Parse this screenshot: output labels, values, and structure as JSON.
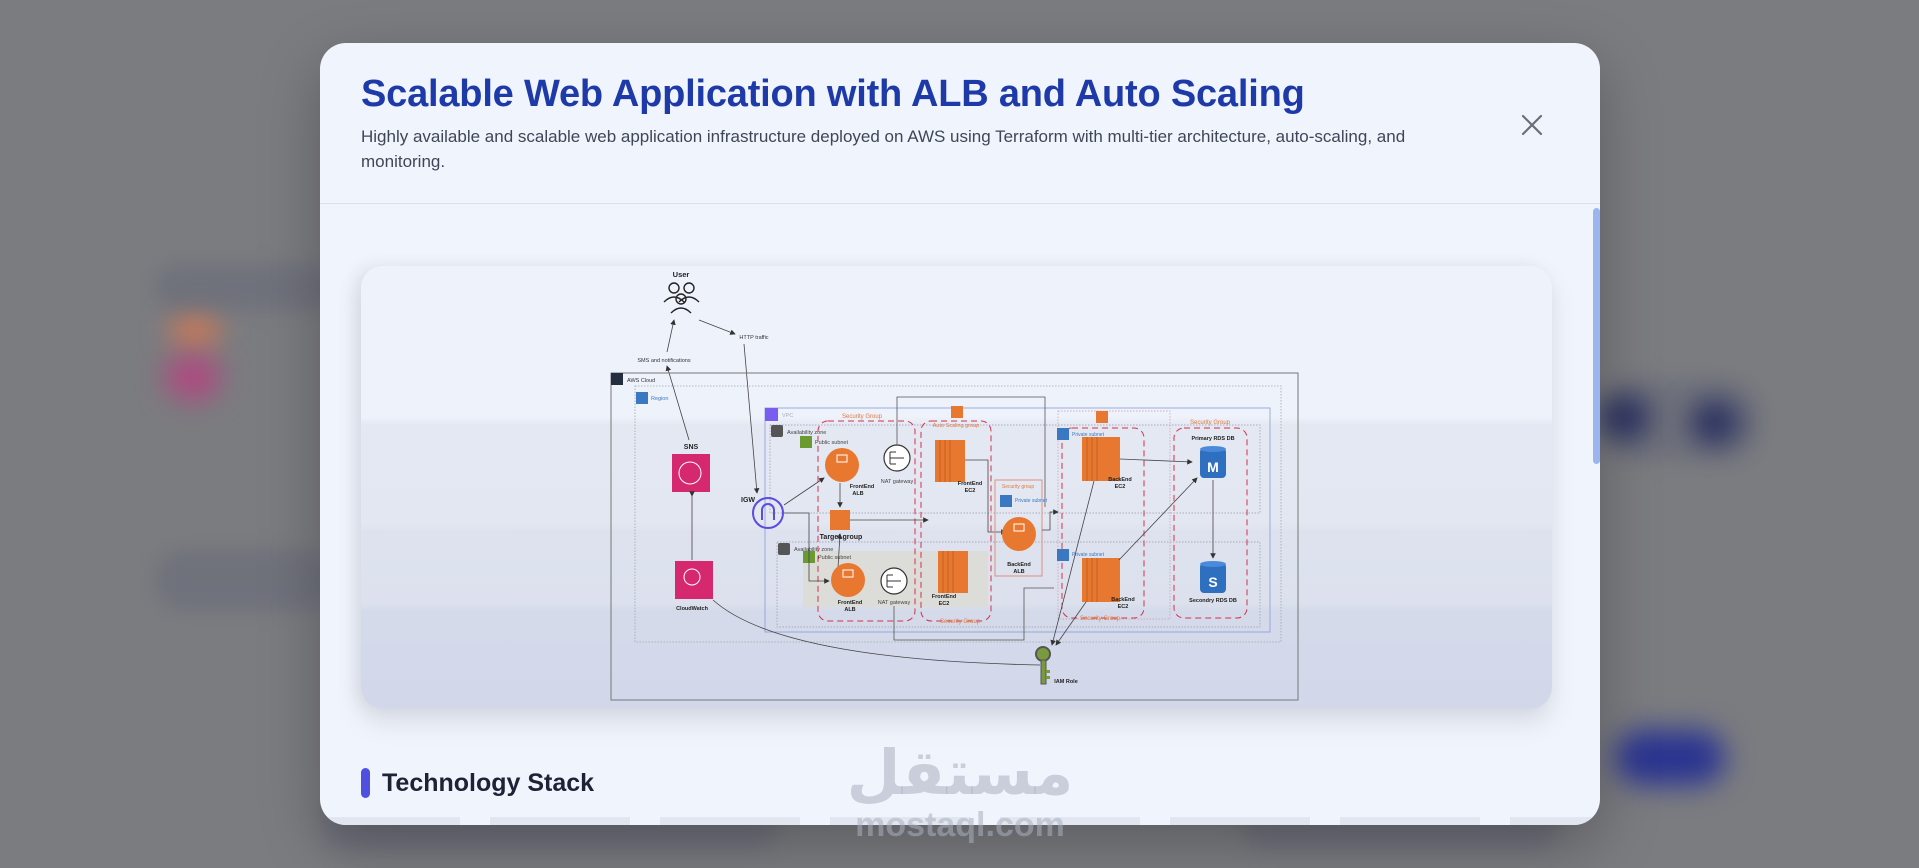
{
  "modal": {
    "title": "Scalable Web Application with ALB and Auto Scaling",
    "description": "Highly available and scalable web application infrastructure deployed on AWS using Terraform with multi-tier architecture, auto-scaling, and monitoring.",
    "close_icon": "close-icon"
  },
  "diagram": {
    "user": "User",
    "http_traffic": "HTTP traffic",
    "sms_notifications": "SMS and notifications",
    "aws_cloud": "AWS Cloud",
    "region": "Region",
    "vpc": "VPC",
    "availability_zone_1": "Availability zone",
    "availability_zone_2": "Availability zone",
    "public_subnet_1": "Public subnet",
    "public_subnet_2": "Public subnet",
    "private_subnet_alb": "Private subnet",
    "private_subnet_1": "Private subnet",
    "private_subnet_2": "Private subnet",
    "sns": "SNS",
    "cloudwatch": "CloudWatch",
    "igw": "IGW",
    "frontend_alb_1": [
      "FrontEnd",
      "ALB"
    ],
    "frontend_alb_2": [
      "FrontEnd",
      "ALB"
    ],
    "nat_gateway_1": "NAT gateway",
    "nat_gateway_2": "NAT gateway",
    "target_group": "Target group",
    "frontend_ec2_1": [
      "FrontEnd",
      "EC2"
    ],
    "frontend_ec2_2": [
      "FrontEnd",
      "EC2"
    ],
    "backend_alb": [
      "BackEnd",
      "ALB"
    ],
    "backend_ec2_1": [
      "BackEnd",
      "EC2"
    ],
    "backend_ec2_2": [
      "BackEnd",
      "EC2"
    ],
    "primary_rds": "Primary RDS DB",
    "secondary_rds": "Secondry RDS DB",
    "iam_role": "IAM Role",
    "security_group": "Security Group",
    "security_group_lower": "Security group",
    "auto_scaling_group": "Auto Scaling group",
    "rds_primary_letter": "M",
    "rds_secondary_letter": "S",
    "colors": {
      "orange": "#e8782f",
      "pink": "#d6286f",
      "sg_red": "#d6314a",
      "igw_purple": "#5b4ce0",
      "rds_blue": "#2f6fc0",
      "subnet_green": "#6a9a30",
      "subnet_blue": "#3b78c2"
    }
  },
  "sections": {
    "technology_stack": "Technology Stack"
  },
  "watermark": {
    "arabic": "مستقل",
    "latin": "mostaql.com"
  }
}
